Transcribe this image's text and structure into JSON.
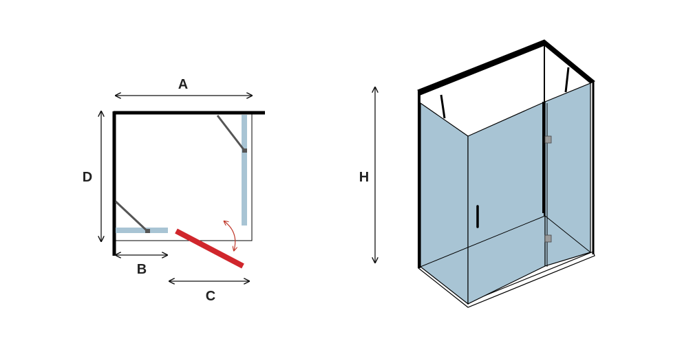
{
  "labels": {
    "a": "A",
    "b": "B",
    "c": "C",
    "d": "D",
    "h": "H"
  },
  "colors": {
    "wall": "#000000",
    "glass": "#a8c4d4",
    "door": "#d0262c",
    "swing_arrow": "#c0392b",
    "bracket": "#555555",
    "hinge": "#9a9a9a",
    "label": "#222222"
  }
}
